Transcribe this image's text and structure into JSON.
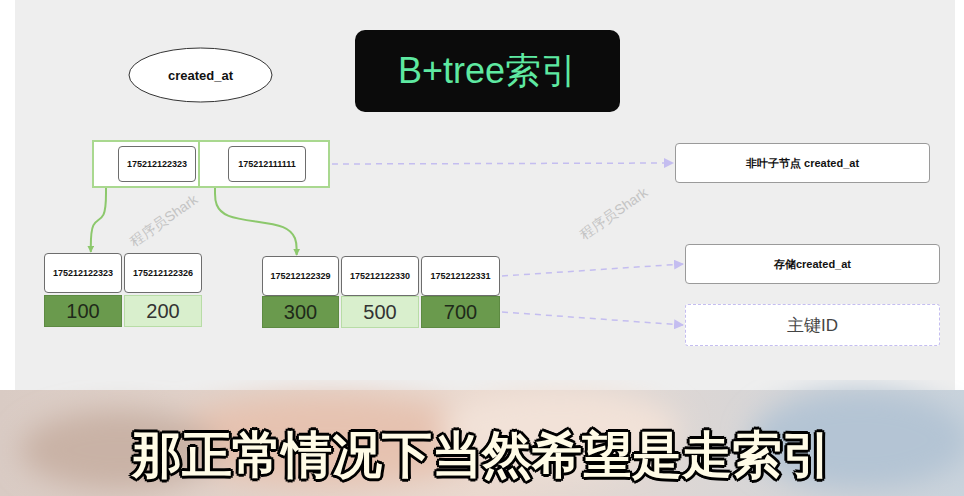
{
  "diagram": {
    "title": "B+tree索引",
    "caption": "那正常情况下当然希望是走索引",
    "nodes": [
      {
        "text": [
          "created_at"
        ]
      },
      {
        "text": []
      },
      {
        "text": [
          "175212122323"
        ],
        "in": 1
      },
      {
        "text": [
          "175212111111"
        ],
        "in": 1
      },
      {
        "text": [
          "非叶子节点 created_at"
        ]
      },
      {
        "text": [
          "175212122323"
        ]
      },
      {
        "text": [
          "175212122326"
        ]
      },
      {
        "text": [
          "175212122329"
        ]
      },
      {
        "text": [
          "175212122330"
        ]
      },
      {
        "text": [
          "175212122331"
        ]
      },
      {
        "text": [
          "存储created_at"
        ]
      },
      {
        "text": [
          "100"
        ]
      },
      {
        "text": [
          "200"
        ]
      },
      {
        "text": [
          "300"
        ]
      },
      {
        "text": [
          "500"
        ]
      },
      {
        "text": [
          "700"
        ]
      },
      {
        "text": [
          "主键ID"
        ]
      }
    ],
    "edges": [
      {
        "from": 1,
        "to": 5,
        "arrow": "to"
      },
      {
        "from": 1,
        "to": 7,
        "arrow": "to"
      },
      {
        "from": 1,
        "to": 4,
        "arrow": "to"
      },
      {
        "from": 9,
        "to": 10,
        "arrow": "to"
      },
      {
        "from": 15,
        "to": 16,
        "arrow": "to"
      }
    ],
    "labels": [
      "程序员Shark",
      "程序员Shark"
    ]
  }
}
